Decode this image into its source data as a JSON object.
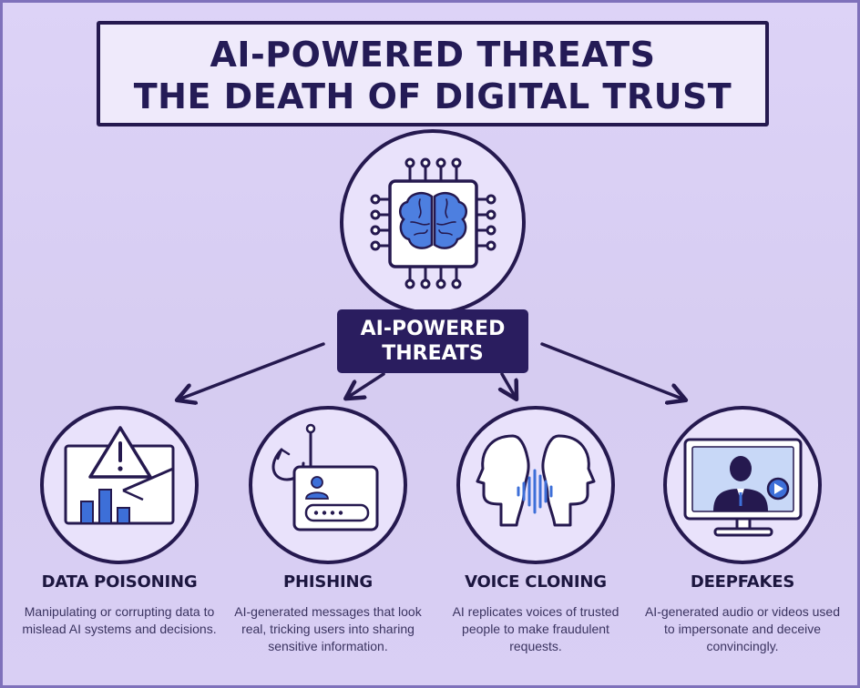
{
  "title": {
    "line1": "AI-POWERED THREATS",
    "line2": "THE DEATH OF DIGITAL TRUST"
  },
  "center": {
    "icon": "brain-chip-icon",
    "label_line1": "AI-POWERED",
    "label_line2": "THREATS"
  },
  "categories": [
    {
      "title": "DATA POISONING",
      "description": "Manipulating or corrupting data to mislead AI systems and decisions.",
      "icon": "warning-envelope-chart-icon"
    },
    {
      "title": "PHISHING",
      "description": "AI-generated messages that look real, tricking users into sharing sensitive information.",
      "icon": "fishing-hook-id-card-icon"
    },
    {
      "title": "VOICE CLONING",
      "description": "AI replicates voices of trusted people to make fraudulent requests.",
      "icon": "two-heads-soundwave-icon"
    },
    {
      "title": "DEEPFAKES",
      "description": "AI-generated audio or videos used to impersonate and deceive convincingly.",
      "icon": "monitor-person-play-icon"
    }
  ],
  "colors": {
    "background": "#d7cdf2",
    "dark_navy": "#25194f",
    "accent_blue": "#3d6fd8",
    "light_blue": "#a9c3f3"
  }
}
